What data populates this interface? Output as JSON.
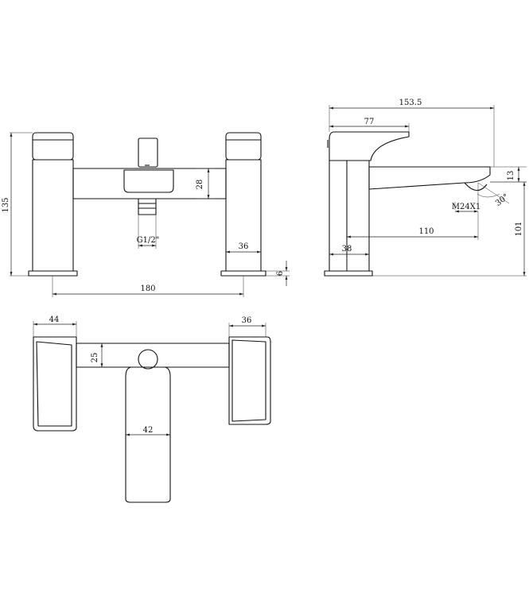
{
  "front_view": {
    "height": "135",
    "deck_thickness": "28",
    "handle_width": "36",
    "base_plate": "6",
    "centers": "180",
    "outlet_thread": "G1/2\""
  },
  "side_view": {
    "total_length": "153.5",
    "handle_depth": "77",
    "spout_tip_height": "13",
    "spout_angle": "30°",
    "thread": "M24X1",
    "spout_reach": "110",
    "body_width": "38",
    "spout_height": "101"
  },
  "top_view": {
    "handle_width_left": "44",
    "handle_width_right": "36",
    "bar_depth": "25",
    "spout_width": "42"
  }
}
